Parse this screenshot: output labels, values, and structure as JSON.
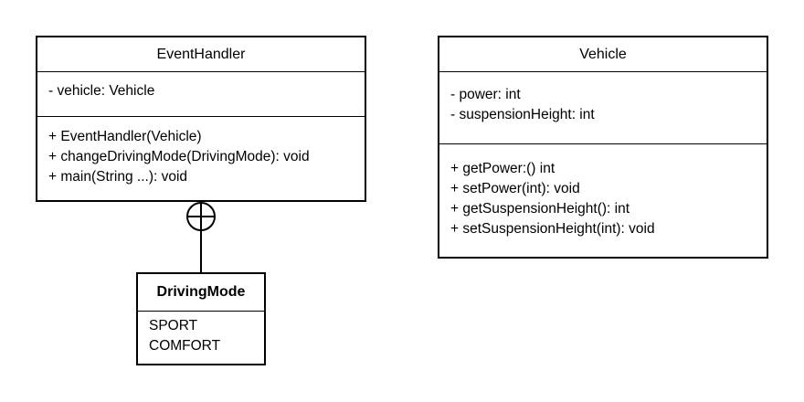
{
  "diagram": {
    "classes": {
      "event_handler": {
        "name": "EventHandler",
        "attributes": [
          "- vehicle: Vehicle"
        ],
        "methods": [
          "+ EventHandler(Vehicle)",
          "+ changeDrivingMode(DrivingMode): void",
          "+ main(String ...): void"
        ]
      },
      "vehicle": {
        "name": "Vehicle",
        "attributes": [
          "- power: int",
          "- suspensionHeight: int"
        ],
        "methods": [
          "+ getPower:() int",
          "+ setPower(int): void",
          "+ getSuspensionHeight(): int",
          "+ setSuspensionHeight(int): void"
        ]
      },
      "driving_mode": {
        "name": "DrivingMode",
        "values": [
          "SPORT",
          "COMFORT"
        ]
      }
    },
    "relationship": {
      "type": "nesting",
      "from": "DrivingMode",
      "to": "EventHandler"
    },
    "colors": {
      "line": "#000000",
      "background": "#ffffff"
    }
  }
}
